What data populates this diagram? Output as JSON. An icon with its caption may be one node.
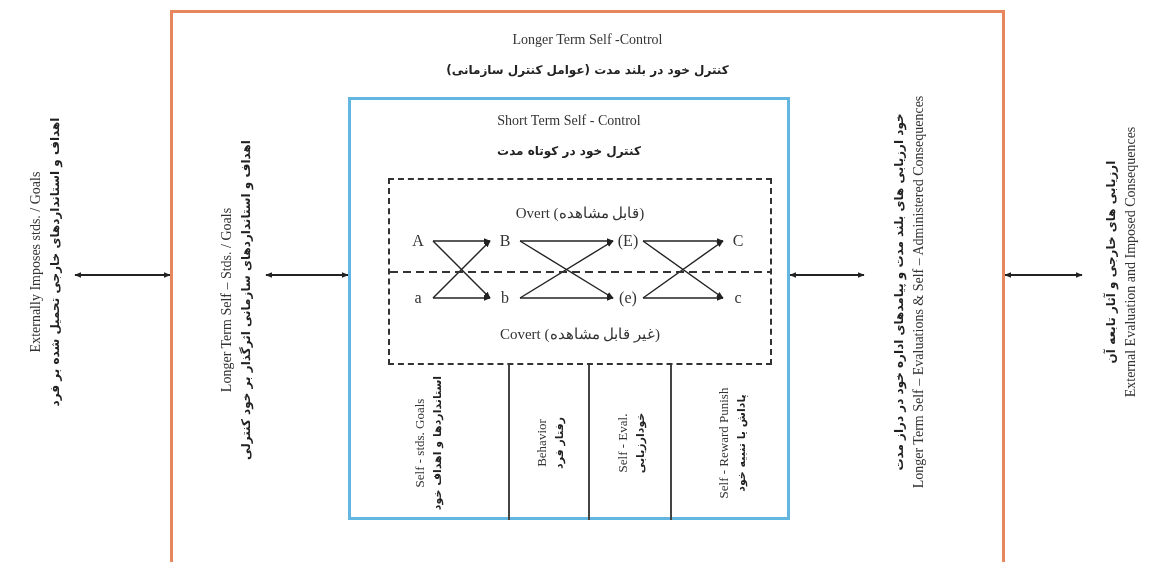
{
  "diagram": {
    "nodes": [
      {
        "text": [
          "Externally Imposes stds. / Goals",
          "اهداف و استانداردهای خارجی تحمیل شده بر فرد"
        ]
      },
      {
        "text": [
          "Longer Term Self -Control",
          "کنترل خود در بلند مدت (عوامل کنترل سازمانی)"
        ]
      },
      {
        "text": [
          "Longer Term Self – Stds. / Goals",
          "اهداف و استانداردهای سازمانی اثرگذار بر خود کنترلی"
        ],
        "in": 1
      },
      {
        "text": [
          "Short Term Self - Control",
          "کنترل خود در کوتاه مدت"
        ],
        "in": 1
      },
      {
        "text": [
          "Overt (قابل مشاهده)",
          "Covert (غیر قابل مشاهده)"
        ],
        "in": 3
      },
      {
        "text": [
          "A"
        ],
        "in": 4
      },
      {
        "text": [
          "B"
        ],
        "in": 4
      },
      {
        "text": [
          "(E)"
        ],
        "in": 4
      },
      {
        "text": [
          "C"
        ],
        "in": 4
      },
      {
        "text": [
          "a"
        ],
        "in": 4
      },
      {
        "text": [
          "b"
        ],
        "in": 4
      },
      {
        "text": [
          "(e)"
        ],
        "in": 4
      },
      {
        "text": [
          "c"
        ],
        "in": 4
      },
      {
        "text": [
          "Self - stds. Goals",
          "استانداردها و اهداف خود"
        ],
        "in": 3
      },
      {
        "text": [
          "Behavior",
          "رفتار فرد"
        ],
        "in": 3
      },
      {
        "text": [
          "Self - Eval.",
          "خودارزیابی"
        ],
        "in": 3
      },
      {
        "text": [
          "Self - Reward Punish",
          "پاداش یا تنبیه خود"
        ],
        "in": 3
      },
      {
        "text": [
          "خود ارزیابی های بلند مدت و پیامدهای اداره خود در دراز مدت",
          "Longer Term Self – Evaluations & Self – Administered Consequences"
        ],
        "in": 1
      },
      {
        "text": [
          "ارزیابی های خارجی و آثار تابعه آن",
          "External Evaluation and Imposed Consequences"
        ]
      }
    ],
    "edges": [
      {
        "from": 0,
        "to": 1,
        "arrow": "both"
      },
      {
        "from": 2,
        "to": 3,
        "arrow": "both"
      },
      {
        "from": 3,
        "to": 17,
        "arrow": "both"
      },
      {
        "from": 1,
        "to": 18,
        "arrow": "both"
      },
      {
        "from": 5,
        "to": 6,
        "arrow": "to"
      },
      {
        "from": 5,
        "to": 10,
        "arrow": "to"
      },
      {
        "from": 9,
        "to": 6,
        "arrow": "to"
      },
      {
        "from": 9,
        "to": 10,
        "arrow": "to"
      },
      {
        "from": 6,
        "to": 7,
        "arrow": "to"
      },
      {
        "from": 6,
        "to": 11,
        "arrow": "to"
      },
      {
        "from": 10,
        "to": 7,
        "arrow": "to"
      },
      {
        "from": 10,
        "to": 11,
        "arrow": "to"
      },
      {
        "from": 7,
        "to": 8,
        "arrow": "to"
      },
      {
        "from": 7,
        "to": 12,
        "arrow": "to"
      },
      {
        "from": 11,
        "to": 8,
        "arrow": "to"
      },
      {
        "from": 11,
        "to": 12,
        "arrow": "to"
      }
    ]
  }
}
